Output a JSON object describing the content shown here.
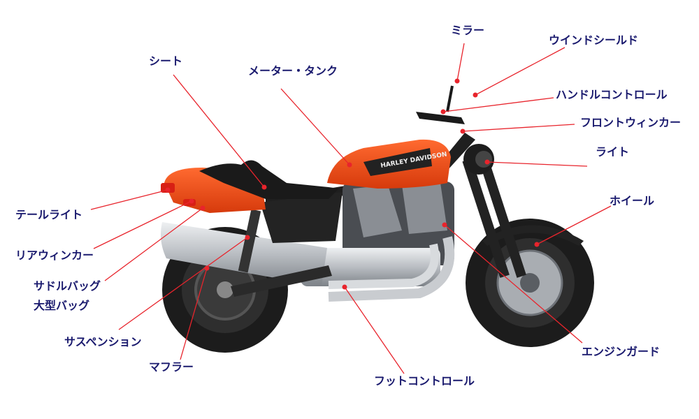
{
  "diagram": {
    "colors": {
      "label_text": "#1a1a6e",
      "leader_line": "#e8242c",
      "body_orange": "#f04a18",
      "chrome": "#c9ccd0",
      "tire": "#1c1c1c"
    },
    "labels": {
      "mirror": "ミラー",
      "windshield": "ウインドシールド",
      "handle_control": "ハンドルコントロール",
      "front_winker": "フロントウィンカー",
      "light": "ライト",
      "wheel": "ホイール",
      "engine_guard": "エンジンガード",
      "foot_control": "フットコントロール",
      "muffler": "マフラー",
      "suspension": "サスペンション",
      "saddle_bag": "サドルバッグ",
      "large_bag": "大型バッグ",
      "rear_winker": "リアウィンカー",
      "tail_light": "テールライト",
      "seat": "シート",
      "meter_tank": "メーター・タンク"
    }
  }
}
